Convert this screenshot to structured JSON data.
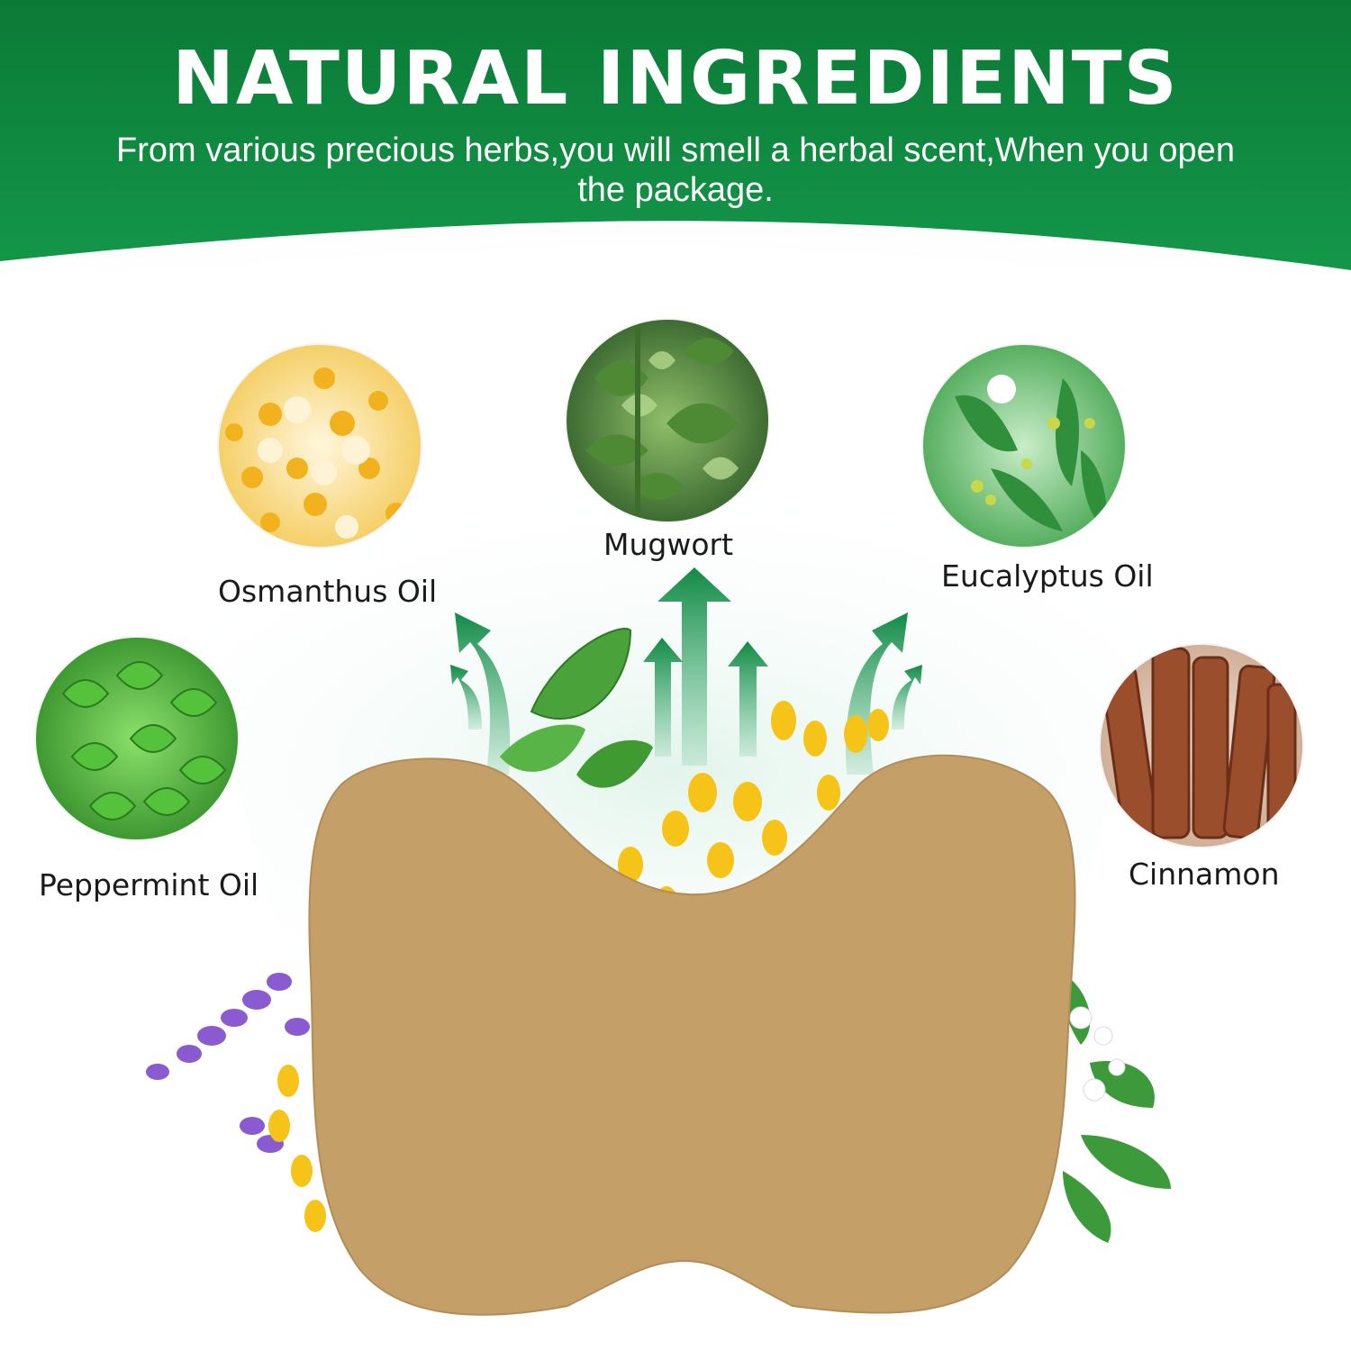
{
  "header": {
    "title": "NATURAL INGREDIENTS",
    "subtitle": "From various precious herbs,you will smell a herbal scent,When you open the package."
  },
  "ingredients": [
    {
      "label": "Osmanthus Oil",
      "icon": "osmanthus-flower-photo"
    },
    {
      "label": "Mugwort",
      "icon": "mugwort-leaves-photo"
    },
    {
      "label": "Eucalyptus Oil",
      "icon": "eucalyptus-leaves-photo"
    },
    {
      "label": "Peppermint Oil",
      "icon": "peppermint-leaves-photo"
    },
    {
      "label": "Cinnamon",
      "icon": "cinnamon-sticks-photo"
    }
  ],
  "colors": {
    "banner_green": "#0f8a3e",
    "banner_dark": "#0a6b2e",
    "arrow_green": "#1f8f4e",
    "patch_tan": "#c9a36c"
  }
}
